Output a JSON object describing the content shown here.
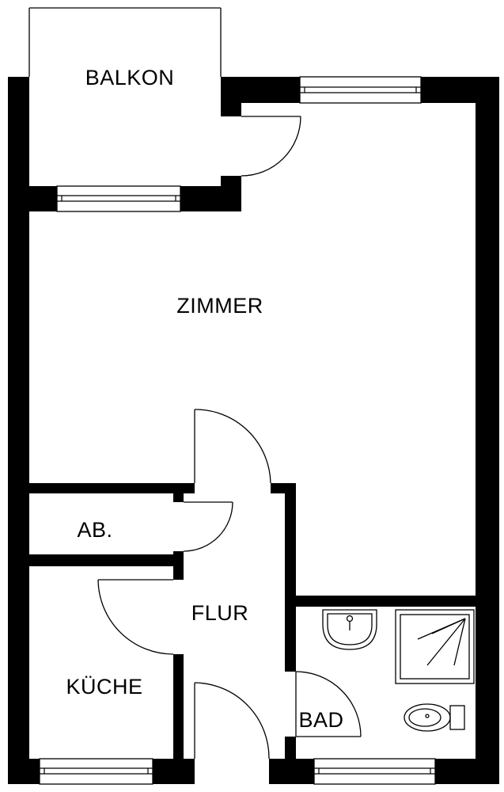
{
  "rooms": {
    "balkon": "BALKON",
    "zimmer": "ZIMMER",
    "abstellraum": "AB.",
    "flur": "FLUR",
    "kueche": "KÜCHE",
    "bad": "BAD"
  },
  "colors": {
    "wall": "#000000",
    "background": "#ffffff"
  },
  "icons": [
    "sink-icon",
    "shower-icon",
    "toilet-icon",
    "window-icon",
    "door-swing-icon"
  ]
}
